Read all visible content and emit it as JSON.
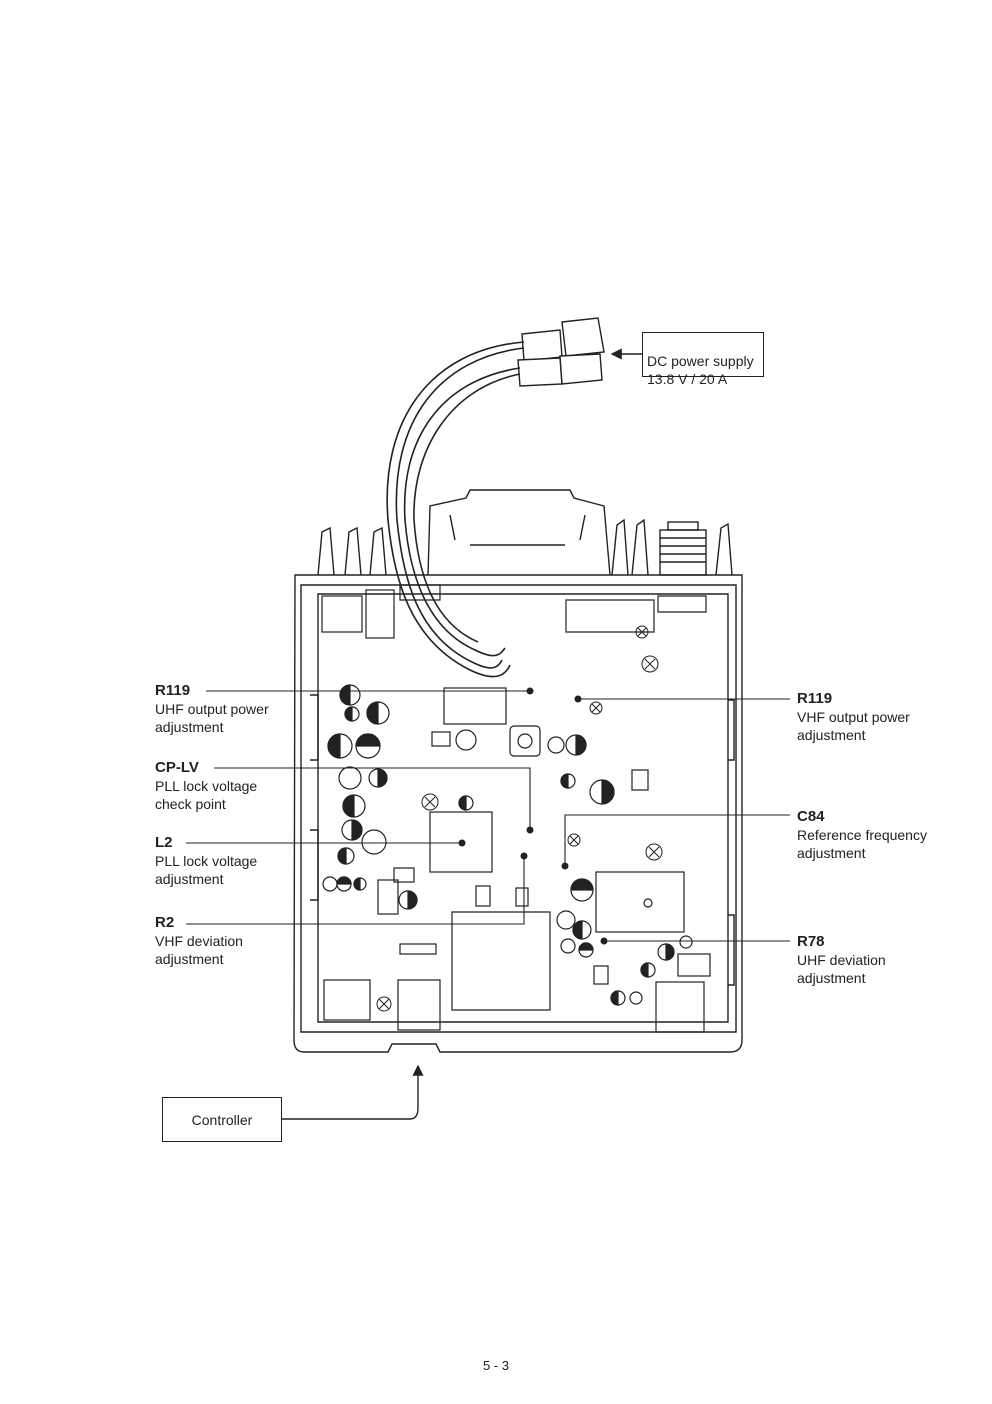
{
  "power_box": {
    "text": "DC power supply\n  13.8 V / 20 A"
  },
  "controller_box": {
    "text": "Controller"
  },
  "callouts": [
    {
      "ref": "R119",
      "desc": "UHF output power\nadjustment"
    },
    {
      "ref": "CP-LV",
      "desc": "PLL lock voltage\ncheck point"
    },
    {
      "ref": "L2",
      "desc": "PLL lock voltage\nadjustment"
    },
    {
      "ref": "R2",
      "desc": "VHF deviation\nadjustment"
    },
    {
      "ref": "R119",
      "desc": "VHF output power\nadjustment"
    },
    {
      "ref": "C84",
      "desc": "Reference frequency\nadjustment"
    },
    {
      "ref": "R78",
      "desc": "UHF deviation\nadjustment"
    }
  ],
  "page_number": "5 - 3"
}
